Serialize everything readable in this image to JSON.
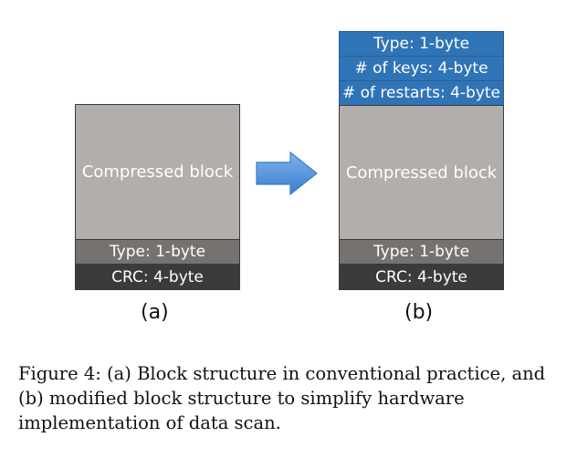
{
  "block_a": {
    "compressed": "Compressed block",
    "type": "Type: 1-byte",
    "crc": "CRC: 4-byte",
    "caption": "(a)"
  },
  "block_b": {
    "type_top": "Type: 1-byte",
    "num_keys": "# of keys: 4-byte",
    "num_restarts": "# of restarts: 4-byte",
    "compressed": "Compressed block",
    "type": "Type: 1-byte",
    "crc": "CRC: 4-byte",
    "caption": "(b)"
  },
  "figure_caption": "Figure 4: (a) Block structure in conventional practice, and (b) modified block structure to simplify hardware implementation of data scan.",
  "colors": {
    "compressed": "#b1aeab",
    "type": "#757270",
    "crc": "#3b3b3b",
    "header": "#2f74b7",
    "arrow": "#4f8fd9"
  }
}
